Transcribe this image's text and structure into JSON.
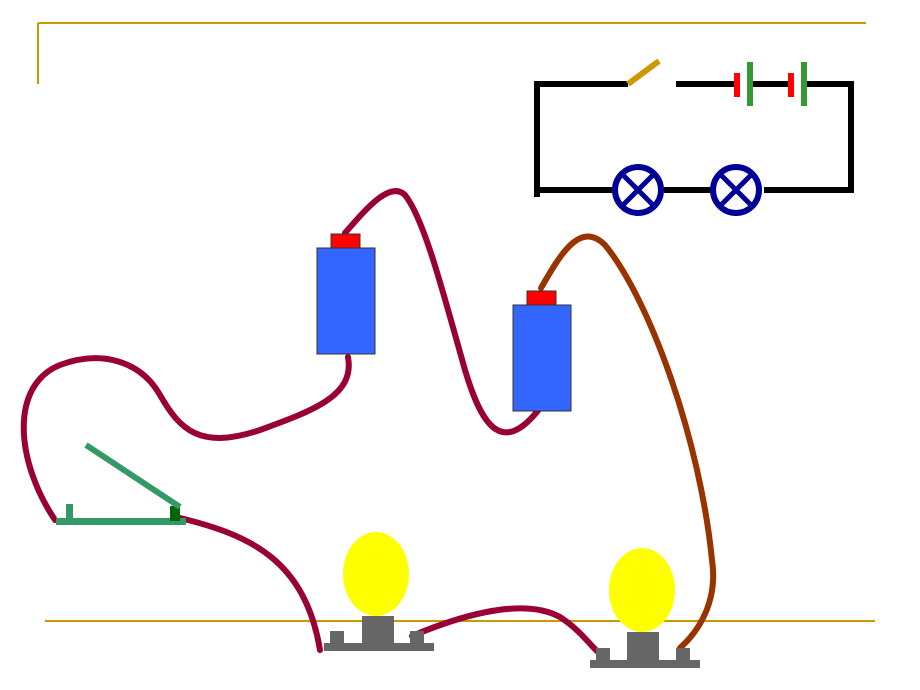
{
  "slide": {
    "frame_color": "#CC9900",
    "background": "#FFFFFF"
  },
  "schematic": {
    "wire_color": "#000000",
    "switch_color": "#CC9900",
    "switch_state": "open",
    "battery_cells": 2,
    "battery_positive_color": "#FF0000",
    "battery_negative_color": "#339933",
    "lamp_count": 2,
    "lamp_color": "#000099",
    "lamp_symbol": "⊗"
  },
  "physical": {
    "battery_body_color": "#3366FF",
    "battery_cap_color": "#FF0000",
    "wire_color": "#990033",
    "wire_alt_color": "#993300",
    "bulb_glass_color": "#FFFF00",
    "bulb_base_color": "#666666",
    "switch_color": "#339966",
    "switch_state": "open"
  }
}
